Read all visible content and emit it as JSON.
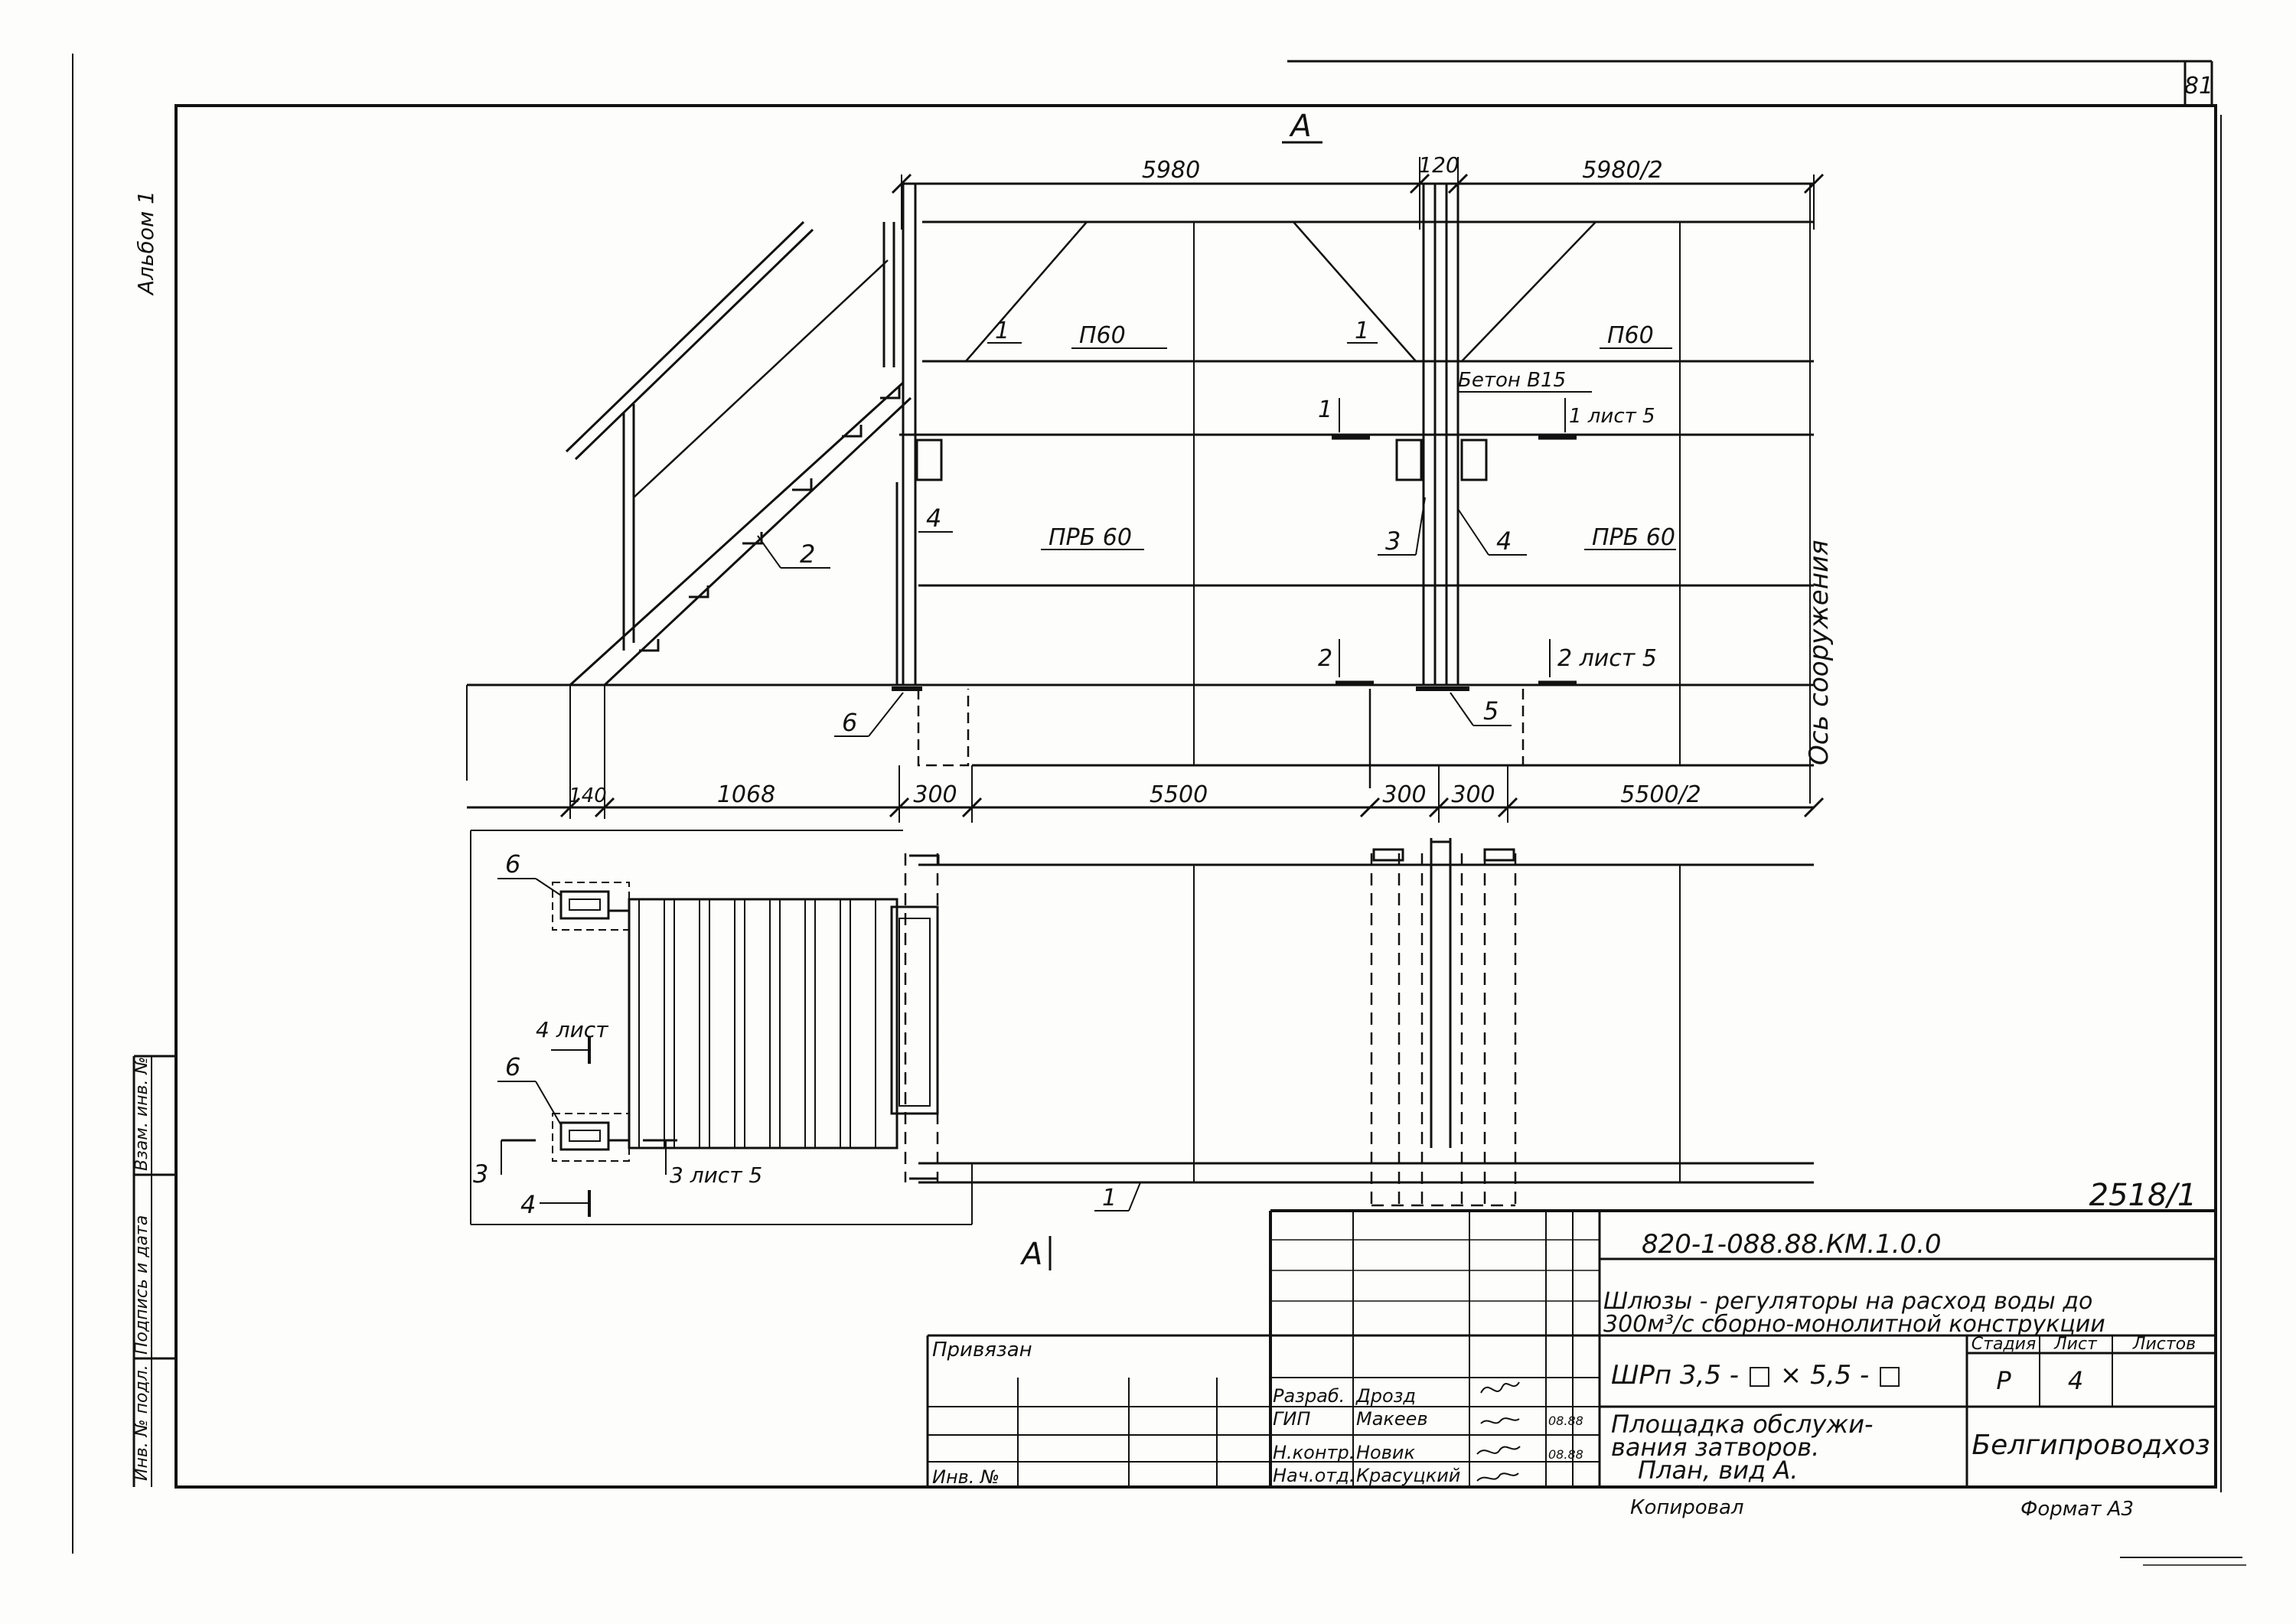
{
  "sheet": {
    "page_number": "81",
    "album": "Альбом 1",
    "view_label": "A",
    "view_label_bottom": "A",
    "series_mark": "2518/1"
  },
  "dims_top": {
    "d1": "5980",
    "d2": "120",
    "d3": "5980/2"
  },
  "dims_bottom": {
    "d1": "140",
    "d2": "1068",
    "d3": "300",
    "d4": "5500",
    "d5": "300",
    "d6": "300",
    "d7": "5500/2"
  },
  "labels": {
    "p60_left": "П60",
    "p60_right": "П60",
    "beton": "Бетон В15",
    "prb60_left": "ПРБ 60",
    "prb60_right": "ПРБ 60",
    "axis": "Ось сооружения",
    "sec1": "1",
    "sec1_ref": "1 лист 5",
    "sec2": "2",
    "sec2_ref": "2 лист 5",
    "sec3": "3",
    "sec3_ref": "3 лист 5",
    "sec4_top": "4 лист",
    "sec4_bottom": "4",
    "pos1a": "1",
    "pos1b": "1",
    "pos1c": "1",
    "pos2": "2",
    "pos3": "3",
    "pos4a": "4",
    "pos4b": "4",
    "pos5": "5",
    "pos6a": "6",
    "pos6b": "6",
    "pos6c": "6"
  },
  "side_stamp": {
    "col1": "Инв. № подл.",
    "col2": "Подпись и дата",
    "col3": "Взам. инв. №"
  },
  "title_block": {
    "doc_code": "820-1-088.88.КМ.1.0.0",
    "title_line1": "Шлюзы - регуляторы на расход воды до",
    "title_line2": "300м³/с сборно-монолитной конструкции",
    "type_code": "ШРп 3,5 - □ × 5,5 - □",
    "sheet_name_line1": "Площадка обслужи-",
    "sheet_name_line2": "вания затворов.",
    "sheet_name_line3": "План, вид А.",
    "stage_header": "Стадия",
    "sheet_header": "Лист",
    "sheets_header": "Листов",
    "stage": "Р",
    "sheet": "4",
    "organization": "Белгипроводхоз",
    "format": "Формат А3",
    "copied": "Копировал",
    "privyazan": "Привязан",
    "inv_no": "Инв. №",
    "roles": [
      {
        "role": "Разраб.",
        "name": "Дрозд",
        "date": ""
      },
      {
        "role": "ГИП",
        "name": "Макеев",
        "date": "08.88"
      },
      {
        "role": "Н.контр.",
        "name": "Новик",
        "date": "08.88"
      },
      {
        "role": "Нач.отд.",
        "name": "Красуцкий",
        "date": ""
      }
    ]
  }
}
